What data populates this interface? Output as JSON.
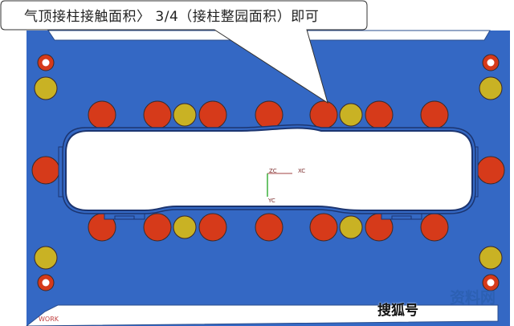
{
  "callout": {
    "text": "气顶接柱接触面积〉 3/4（接柱整园面积）即可"
  },
  "viewport": {
    "plate_color": "#3468c4",
    "red_color": "#d63a1a",
    "yellow_color": "#c9b224",
    "axes": {
      "zc": "ZC",
      "xc": "XC",
      "yc": "YC"
    }
  },
  "corner_label": "WORK",
  "watermark": {
    "source": "搜狐号",
    "logo": "资料网"
  }
}
